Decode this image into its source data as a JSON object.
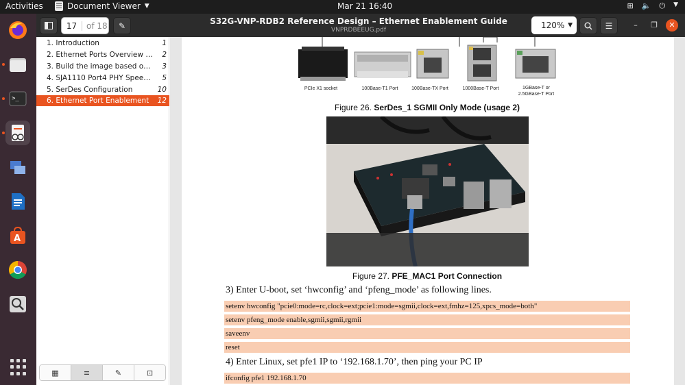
{
  "system": {
    "activities": "Activities",
    "app_name": "Document Viewer",
    "clock": "Mar 21  16:40"
  },
  "header": {
    "page_current": "17",
    "page_total": "of 18",
    "title": "S32G-VNP-RDB2 Reference Design – Ethernet Enablement Guide",
    "filename": "VNPRDBEEUG.pdf",
    "zoom": "120%"
  },
  "sidebar": {
    "items": [
      {
        "label": "1.  Introduction",
        "page": "1"
      },
      {
        "label": "2.  Ethernet Ports Overview an...",
        "page": "2"
      },
      {
        "label": "3. Build the image based on B...",
        "page": "3"
      },
      {
        "label": "4. SJA1110 Port4 PHY Speed C...",
        "page": "5"
      },
      {
        "label": "5. SerDes Configuration",
        "page": "10"
      },
      {
        "label": "6. Ethernet Port Enablement",
        "page": "12"
      }
    ],
    "selected_index": 5
  },
  "document": {
    "port_labels": [
      "PCIe X1 socket",
      "100Base-T1 Port",
      "100Base-TX Port",
      "1000Base-T Port",
      "1GBase-T or\n2.5GBase-T Port"
    ],
    "figure26_prefix": "Figure 26. ",
    "figure26_title": "SerDes_1 SGMII Only Mode (usage 2)",
    "figure27_prefix": "Figure 27. ",
    "figure27_title": "PFE_MAC1 Port Connection",
    "step3": "3)  Enter U-boot, set ‘hwconfig’ and ‘pfeng_mode’ as following lines.",
    "code_uboot": [
      "setenv hwconfig \"pcie0:mode=rc,clock=ext;pcie1:mode=sgmii,clock=ext,fmhz=125,xpcs_mode=both\"",
      "setenv pfeng_mode enable,sgmii,sgmii,rgmii",
      "saveenv",
      "reset"
    ],
    "step4": "4)  Enter Linux, set pfe1 IP to ‘192.168.1.70’, then ping your PC IP",
    "code_linux": [
      "ifconfig pfe1 192.168.1.70"
    ]
  },
  "colors": {
    "accent": "#e95420",
    "code_bg": "#f9cdb2"
  }
}
